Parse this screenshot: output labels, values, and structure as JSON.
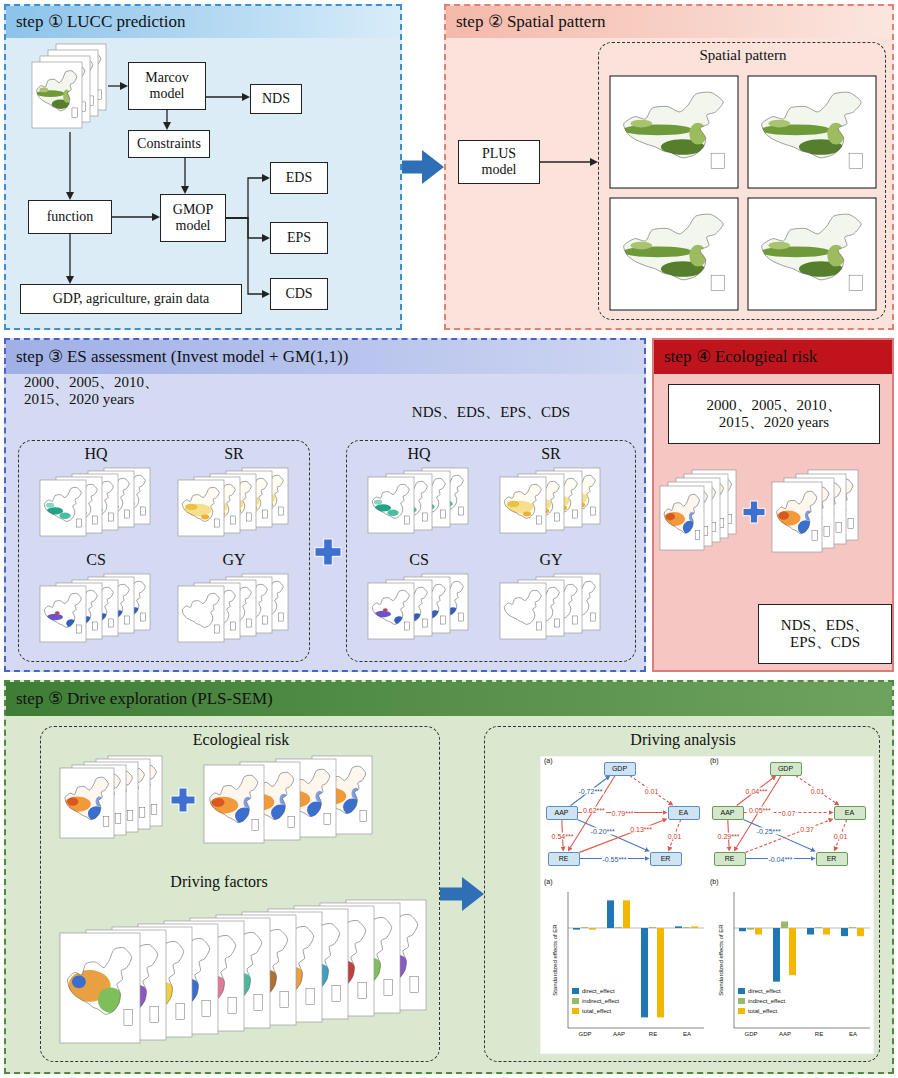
{
  "diagram": {
    "nodes": [
      {
        "text": [
          "step ① LUCC prediction"
        ]
      },
      {
        "text": [
          "Marcov model"
        ],
        "in": 0
      },
      {
        "text": [
          "NDS"
        ],
        "in": 0
      },
      {
        "text": [
          "Constraints"
        ],
        "in": 0
      },
      {
        "text": [
          "function"
        ],
        "in": 0
      },
      {
        "text": [
          "GMOP model"
        ],
        "in": 0
      },
      {
        "text": [
          "EDS"
        ],
        "in": 0
      },
      {
        "text": [
          "EPS"
        ],
        "in": 0
      },
      {
        "text": [
          "CDS"
        ],
        "in": 0
      },
      {
        "text": [
          "GDP, agriculture, grain data"
        ],
        "in": 0
      },
      {
        "text": [
          "step ② Spatial pattern"
        ]
      },
      {
        "text": [
          "PLUS model"
        ],
        "in": 10
      },
      {
        "text": [
          "Spatial pattern"
        ],
        "in": 10
      },
      {
        "text": [
          "step ③ ES assessment (Invest model + GM(1,1))"
        ]
      },
      {
        "text": [
          "HQ",
          "SR",
          "CS",
          "GY"
        ],
        "in": 13
      },
      {
        "text": [
          "HQ",
          "SR",
          "CS",
          "GY"
        ],
        "in": 13
      },
      {
        "text": [
          "step ④ Ecologieal risk"
        ]
      },
      {
        "text": [
          "2000、2005、2010、 2015、2020 years"
        ],
        "in": 16
      },
      {
        "text": [
          "NDS、EDS、 EPS、CDS"
        ],
        "in": 16
      },
      {
        "text": [
          "step ⑤ Drive exploration (PLS-SEM)"
        ]
      },
      {
        "text": [
          "Ecologieal risk",
          "Driving factors"
        ],
        "in": 19
      },
      {
        "text": [
          "Driving analysis"
        ],
        "in": 19
      },
      {
        "text": [
          "GDP"
        ],
        "in": 21
      },
      {
        "text": [
          "AAP"
        ],
        "in": 21
      },
      {
        "text": [
          "EA"
        ],
        "in": 21
      },
      {
        "text": [
          "RE"
        ],
        "in": 21
      },
      {
        "text": [
          "ER"
        ],
        "in": 21
      },
      {
        "text": [
          "GDP"
        ],
        "in": 21
      },
      {
        "text": [
          "AAP"
        ],
        "in": 21
      },
      {
        "text": [
          "EA"
        ],
        "in": 21
      },
      {
        "text": [
          "RE"
        ],
        "in": 21
      },
      {
        "text": [
          "ER"
        ],
        "in": 21
      }
    ],
    "edges": [
      {
        "from": 1,
        "to": 2,
        "arrow": "to"
      },
      {
        "from": 1,
        "to": 3,
        "arrow": "to"
      },
      {
        "from": 3,
        "to": 5,
        "arrow": "to"
      },
      {
        "from": 4,
        "to": 5,
        "arrow": "to"
      },
      {
        "from": 4,
        "to": 9,
        "arrow": "to"
      },
      {
        "from": 5,
        "to": 6,
        "arrow": "to"
      },
      {
        "from": 5,
        "to": 7,
        "arrow": "to"
      },
      {
        "from": 5,
        "to": 8,
        "arrow": "to"
      },
      {
        "from": 0,
        "to": 10,
        "arrow": "to"
      },
      {
        "from": 11,
        "to": 12,
        "arrow": "to"
      },
      {
        "from": 20,
        "to": 21,
        "arrow": "to"
      },
      {
        "from": 23,
        "to": 22,
        "arrow": "to",
        "label": "-0.72***"
      },
      {
        "from": 22,
        "to": 25,
        "arrow": "to",
        "label": "0.62***"
      },
      {
        "from": 22,
        "to": 24,
        "arrow": "to",
        "label": "0.01"
      },
      {
        "from": 23,
        "to": 24,
        "arrow": "to",
        "label": "0.79***"
      },
      {
        "from": 23,
        "to": 26,
        "arrow": "to",
        "label": "-0.20***"
      },
      {
        "from": 23,
        "to": 25,
        "arrow": "to",
        "label": "0.54***"
      },
      {
        "from": 25,
        "to": 24,
        "arrow": "to",
        "label": "0.13***"
      },
      {
        "from": 24,
        "to": 26,
        "arrow": "to",
        "label": "0.01"
      },
      {
        "from": 25,
        "to": 26,
        "arrow": "to",
        "label": "-0.55***"
      },
      {
        "from": 28,
        "to": 27,
        "arrow": "to",
        "label": "0.04***"
      },
      {
        "from": 27,
        "to": 30,
        "arrow": "to",
        "label": "0.05***"
      },
      {
        "from": 27,
        "to": 29,
        "arrow": "to",
        "label": "0.01"
      },
      {
        "from": 28,
        "to": 29,
        "arrow": "to",
        "label": "0.07"
      },
      {
        "from": 28,
        "to": 31,
        "arrow": "to",
        "label": "-0.25***"
      },
      {
        "from": 28,
        "to": 30,
        "arrow": "to",
        "label": "0.29***"
      },
      {
        "from": 30,
        "to": 29,
        "arrow": "to",
        "label": "0.37"
      },
      {
        "from": 29,
        "to": 31,
        "arrow": "to",
        "label": "0.01"
      },
      {
        "from": 30,
        "to": 31,
        "arrow": "to",
        "label": "-0.04***"
      }
    ],
    "labels": [
      "2000、2005、2010、 2015、2020 years",
      "NDS、EDS、EPS、CDS",
      "(a)",
      "(b)",
      "(a)",
      "(b)",
      "Standardized effects of ER",
      "GDP",
      "AAP",
      "RE",
      "EA",
      "Standardized effects of ER",
      "GDP",
      "AAP",
      "RE",
      "EA"
    ],
    "legend": [
      {
        "text": "direct_effect",
        "color": "#1f77b4"
      },
      {
        "text": "indirect_effect",
        "color": "#9cb86b"
      },
      {
        "text": "total_effect",
        "color": "#f2b701"
      },
      {
        "text": "direct_effect",
        "color": "#1f77b4"
      },
      {
        "text": "indirect_effect",
        "color": "#9cb86b"
      },
      {
        "text": "total_effect",
        "color": "#f2b701"
      }
    ]
  }
}
